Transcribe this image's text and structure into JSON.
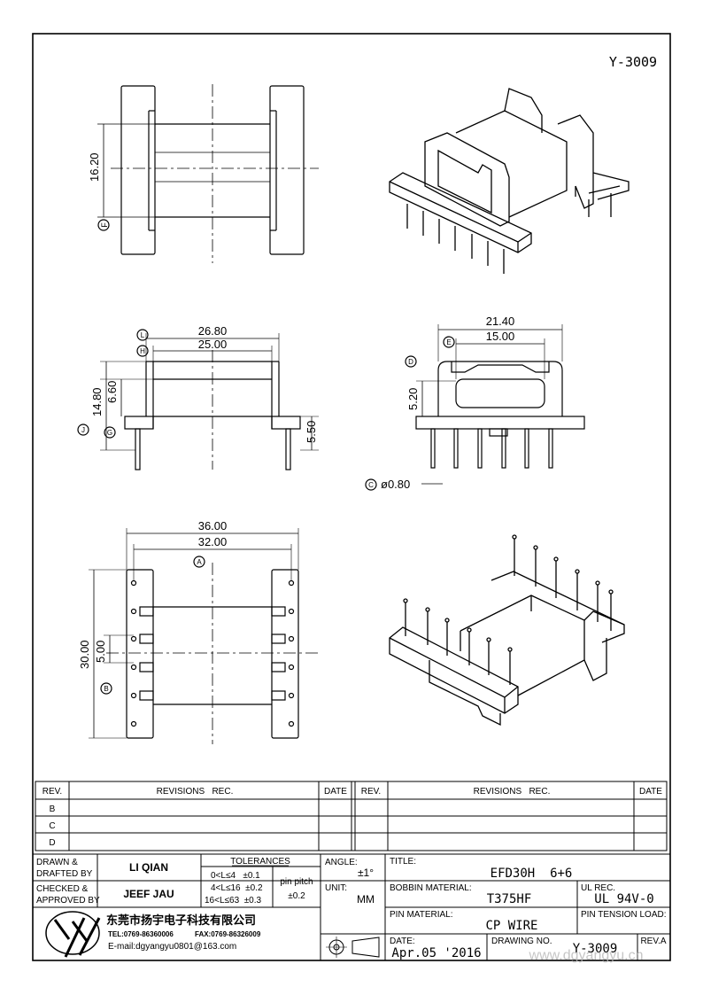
{
  "drawing_number_top": "Y-3009",
  "views": {
    "top_left": {
      "dim_vertical": "16.20",
      "callout": "F"
    },
    "front": {
      "dim_overall_width": "26.80",
      "dim_inner_width": "25.00",
      "dim_height_total": "14.80",
      "dim_height_inner": "6.60",
      "dim_pin_height": "5.50",
      "callouts": [
        "L",
        "H",
        "J",
        "G"
      ]
    },
    "side": {
      "dim_overall_width": "21.40",
      "dim_slot_width": "15.00",
      "dim_height": "5.20",
      "dim_pin_diameter": "ø0.80",
      "callouts": [
        "E",
        "D",
        "C"
      ]
    },
    "bottom": {
      "dim_overall_width": "36.00",
      "dim_pin_span": "32.00",
      "dim_overall_height": "30.00",
      "dim_pin_pitch": "5.00",
      "callouts": [
        "A",
        "B"
      ]
    }
  },
  "revisions": {
    "header": {
      "rev": "REV.",
      "rec": "REVISIONS   REC.",
      "date": "DATE"
    },
    "rows_left": [
      "B",
      "C",
      "D"
    ],
    "rows_right": [
      "",
      "",
      ""
    ]
  },
  "title_block": {
    "drawn_label_1": "DRAWN &",
    "drawn_label_2": "DRAFTED BY",
    "drawn_by": "LI QIAN",
    "checked_label_1": "CHECKED &",
    "checked_label_2": "APPROVED BY",
    "checked_by": "JEEF JAU",
    "tolerances_title": "TOLERANCES",
    "tolerance_rows": [
      "0<L≤4   ±0.1",
      "4<L≤16  ±0.2",
      "16<L≤63  ±0.3"
    ],
    "pin_pitch_label": "pin pitch",
    "pin_pitch_value": "±0.2",
    "angle_label": "ANGLE:",
    "angle_value": "±1°",
    "unit_label": "UNIT:",
    "unit_value": "MM",
    "title_label": "TITLE:",
    "title_value": "EFD30H  6+6",
    "bobbin_material_label": "BOBBIN MATERIAL:",
    "bobbin_material_value": "T375HF",
    "ul_rec_label": "UL REC.",
    "ul_rec_value": "UL 94V-0",
    "pin_material_label": "PIN MATERIAL:",
    "pin_material_value": "CP WIRE",
    "pin_tension_label": "PIN TENSION LOAD:",
    "date_label": "DATE:",
    "date_value": "Apr.05 '2016",
    "drawing_no_label": "DRAWING NO.",
    "drawing_no_value": "Y-3009",
    "rev_label": "REV.A",
    "company_name": "东莞市扬宇电子科技有限公司",
    "company_tel": "TEL:0769-86360006",
    "company_fax": "FAX:0769-86326009",
    "company_email": "E-mail:dgyangyu0801@163.com",
    "logo_text": "YY",
    "watermark": "www.dgyangyu.cn"
  }
}
